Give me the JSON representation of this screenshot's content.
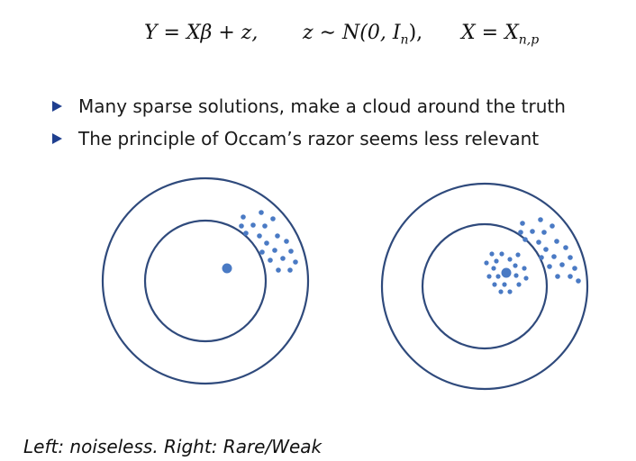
{
  "formula": {
    "part1": "Y = Xβ + z,",
    "part2_prefix": "z ∼ N(0, I",
    "part2_sub": "n",
    "part2_suffix": "),",
    "part3_prefix": "X = X",
    "part3_sub": "n,p"
  },
  "bullets": [
    "Many sparse solutions, make a cloud around the truth",
    "The principle of Occam’s razor seems less relevant"
  ],
  "caption": "Left: noiseless. Right: Rare/Weak",
  "colors": {
    "circle_stroke": "#2f4a7c",
    "dot_fill": "#4a7ac4",
    "bullet_marker": "#1f3f8f"
  }
}
